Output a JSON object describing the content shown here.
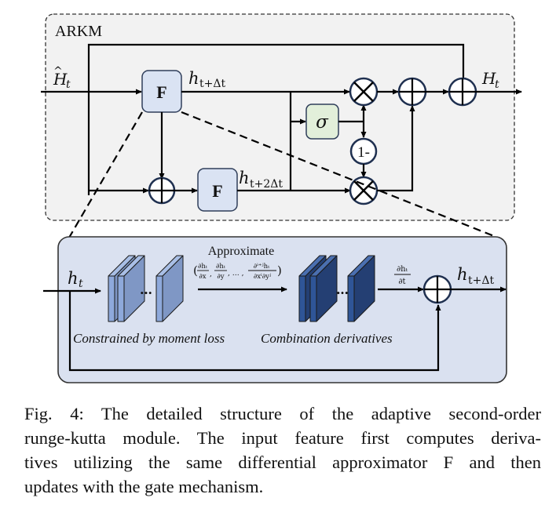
{
  "module": {
    "label": "ARKM",
    "input_label": "Ĥₜ",
    "input_symbol": "H",
    "input_sub": "t",
    "output_symbol": "H",
    "output_sub": "t",
    "f_block_1": "F",
    "f_block_2": "F",
    "h1_base": "h",
    "h1_sub": "t+Δt",
    "h2_base": "h",
    "h2_sub": "t+2Δt",
    "sigma_label": "σ",
    "one_minus_label": "1-",
    "colors": {
      "module_bg": "#f2f2f2",
      "f_block_fill": "#dae3f3",
      "f_block_stroke": "#2f3e5a",
      "sigma_fill": "#e2efda",
      "op_stroke": "#1f3050",
      "zoom_panel_fill": "#dae1f0"
    }
  },
  "detail": {
    "input_base": "h",
    "input_sub": "t",
    "approx_title": "Approximate",
    "approx_terms": {
      "open": "(",
      "t1_num": "∂hₜ",
      "t1_den": "∂x",
      "t2_num": "∂hₜ",
      "t2_den": "∂y",
      "ellipsis": ", … ,",
      "t3_num": "∂ⁱ⁺ʲhₜ",
      "t3_den": "∂xⁱ∂yʲ",
      "close": ")"
    },
    "dt_num": "∂hₜ",
    "dt_den": "∂t",
    "output_base": "h",
    "output_sub": "t+Δt",
    "left_caption": "Constrained by moment loss",
    "right_caption": "Combination derivatives",
    "dots": "…",
    "colors": {
      "light_layer_front": "#8ea9db",
      "light_layer_side": "#7f97c5",
      "light_layer_top": "#a9bfe6",
      "dark_layer_front": "#2f5597",
      "dark_layer_side": "#243f73",
      "dark_layer_top": "#4a6fb0"
    }
  },
  "caption": {
    "lines": [
      "Fig. 4: The detailed structure of the adaptive second-order",
      "runge-kutta module. The input feature first computes deriva-",
      "tives utilizing the same differential approximator F and then",
      "updates with the gate mechanism."
    ]
  }
}
